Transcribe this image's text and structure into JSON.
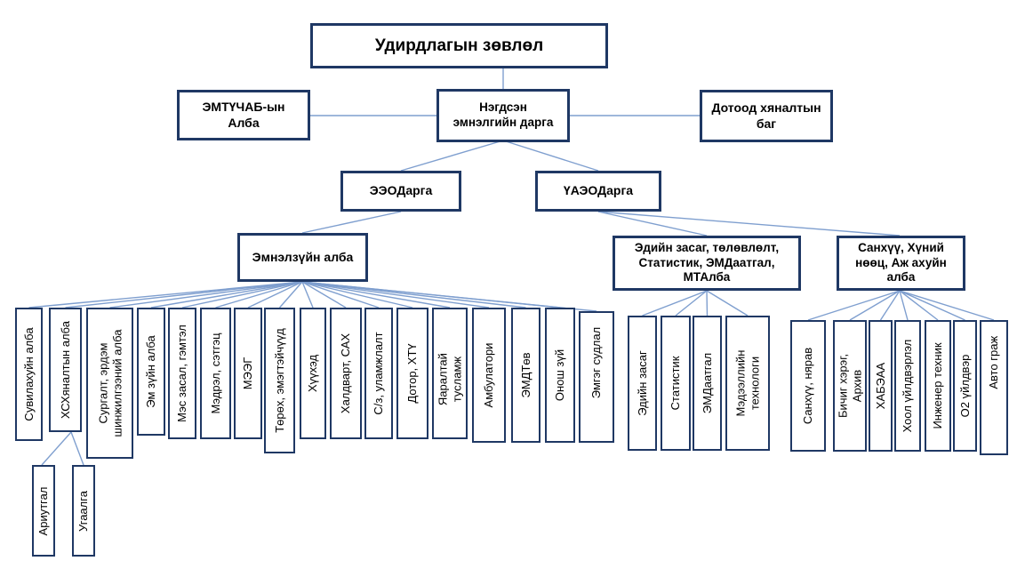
{
  "title": "Удирдлагын зөвлөл",
  "upper": {
    "left": "ЭМТҮЧАБ-ын Алба",
    "center": "Нэгдсэн эмнэлгийн дарга",
    "right": "Дотоод хяналтын баг"
  },
  "deputies": {
    "left": "ЭЭОДарга",
    "right": "ҮАЭОДарга"
  },
  "departments": {
    "clinical": "Эмнэлзүйн алба",
    "economics": "Эдийн засаг, төлөвлөлт, Статистик, ЭМДаатгал, МТАлба",
    "finance": "Санхүү, Хүний нөөц, Аж ахуйн алба"
  },
  "clinical_units": [
    "Сувилахуйн алба",
    "ХСХяналтын алба",
    "Сургалт, эрдэм шинжилгээний алба",
    "Эм зүйн алба",
    "Мэс засал, гэмтэл",
    "Мэдрэл, сэтгэц",
    "МЭЭГ",
    "Төрөх, эмэгтэйчүүд",
    "Хүүхэд",
    "Халдварт, САХ",
    "С/з, уламжлалт",
    "Дотор, ХТҮ",
    "Яаралтай тусламж",
    "Амбулатори",
    "ЭМДТөв",
    "Онош зүй",
    "Эмгэг судлал"
  ],
  "control_subunits": [
    "Ариутгал",
    "Угаалга"
  ],
  "economics_units": [
    "Эдийн засаг",
    "Статистик",
    "ЭМДаатгал",
    "Мэдээллийн технологи"
  ],
  "finance_units": [
    "Санхүү, нярав",
    "Бичиг хэрэг, Архив",
    "ХАБЭАА",
    "Хоол үйлдвэрлэл",
    "Инженер техник",
    "О2 үйлдвэр",
    "Авто граж"
  ]
}
